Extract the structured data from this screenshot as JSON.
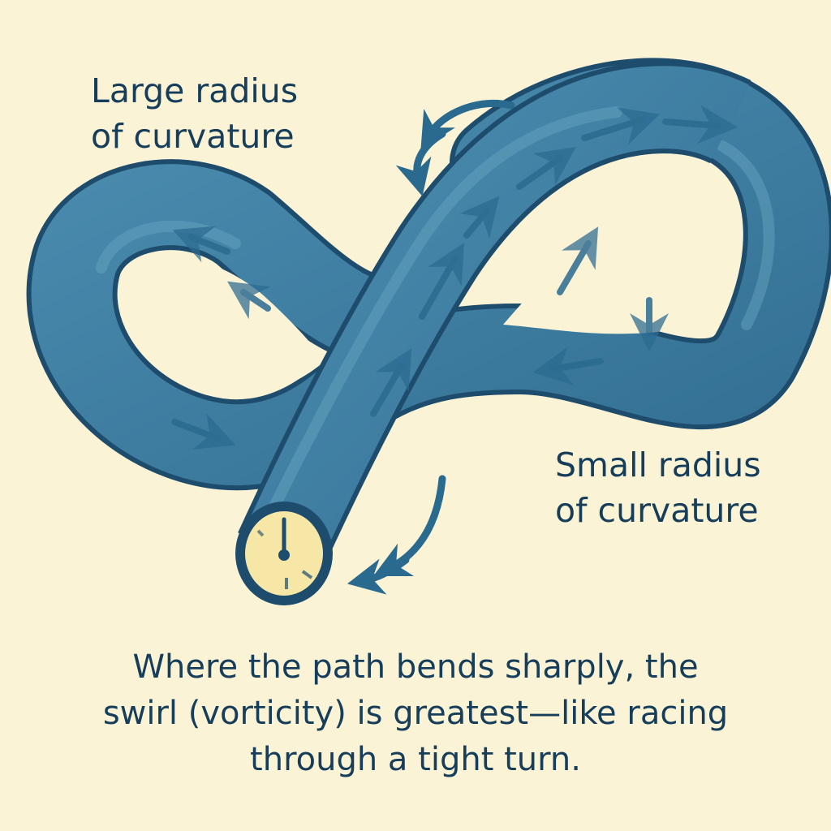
{
  "labels": {
    "large_radius": {
      "line1": "Large radius",
      "line2": "of curvature"
    },
    "small_radius": {
      "line1": "Small radius",
      "line2": "of curvature"
    }
  },
  "caption": {
    "line1": "Where the path bends sharply, the",
    "line2": "swirl (vorticity) is greatest—like racing",
    "line3": "through a tight turn."
  },
  "colors": {
    "background": "#fbf3d6",
    "tube": "#3f7fa2",
    "tube_outline": "#1d4c6c",
    "arrow": "#2a6a8f",
    "clock_face": "#f6e7a7",
    "text": "#163e5a"
  }
}
